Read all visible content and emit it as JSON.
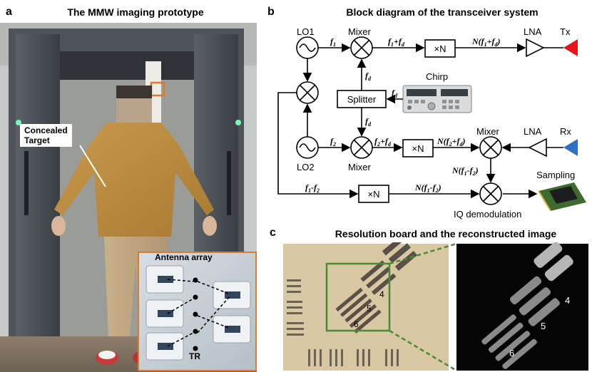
{
  "panel_a": {
    "letter": "a",
    "title": "The MMW imaging prototype",
    "concealed_line1": "Concealed",
    "concealed_line2": "Target",
    "antenna_label": "Antenna array",
    "tr_label": "TR"
  },
  "panel_b": {
    "letter": "b",
    "title": "Block diagram of the transceiver system",
    "lo1": "LO1",
    "lo2": "LO2",
    "mixer_top": "Mixer",
    "mixer_mid": "Mixer",
    "mixer_right": "Mixer",
    "chirp": "Chirp",
    "splitter": "Splitter",
    "lna_top": "LNA",
    "lna_bottom": "LNA",
    "tx": "Tx",
    "rx": "Rx",
    "sampling": "Sampling",
    "iq": "IQ demodulation",
    "times_n": "×N",
    "f1": "f",
    "sub1": "1",
    "sub2": "2",
    "subd": "d",
    "plus_fd": "+f",
    "n_paren": "N(f",
    "paren_close": ")",
    "minus": "-f"
  },
  "panel_c": {
    "letter": "c",
    "title": "Resolution board and the reconstructed image",
    "group4": "4",
    "group5": "5",
    "group6": "6"
  },
  "colors": {
    "tx_red": "#e8141b",
    "rx_blue": "#2f6fc7",
    "highlight_orange": "#e07a2a",
    "zoom_green": "#4a8a35"
  }
}
